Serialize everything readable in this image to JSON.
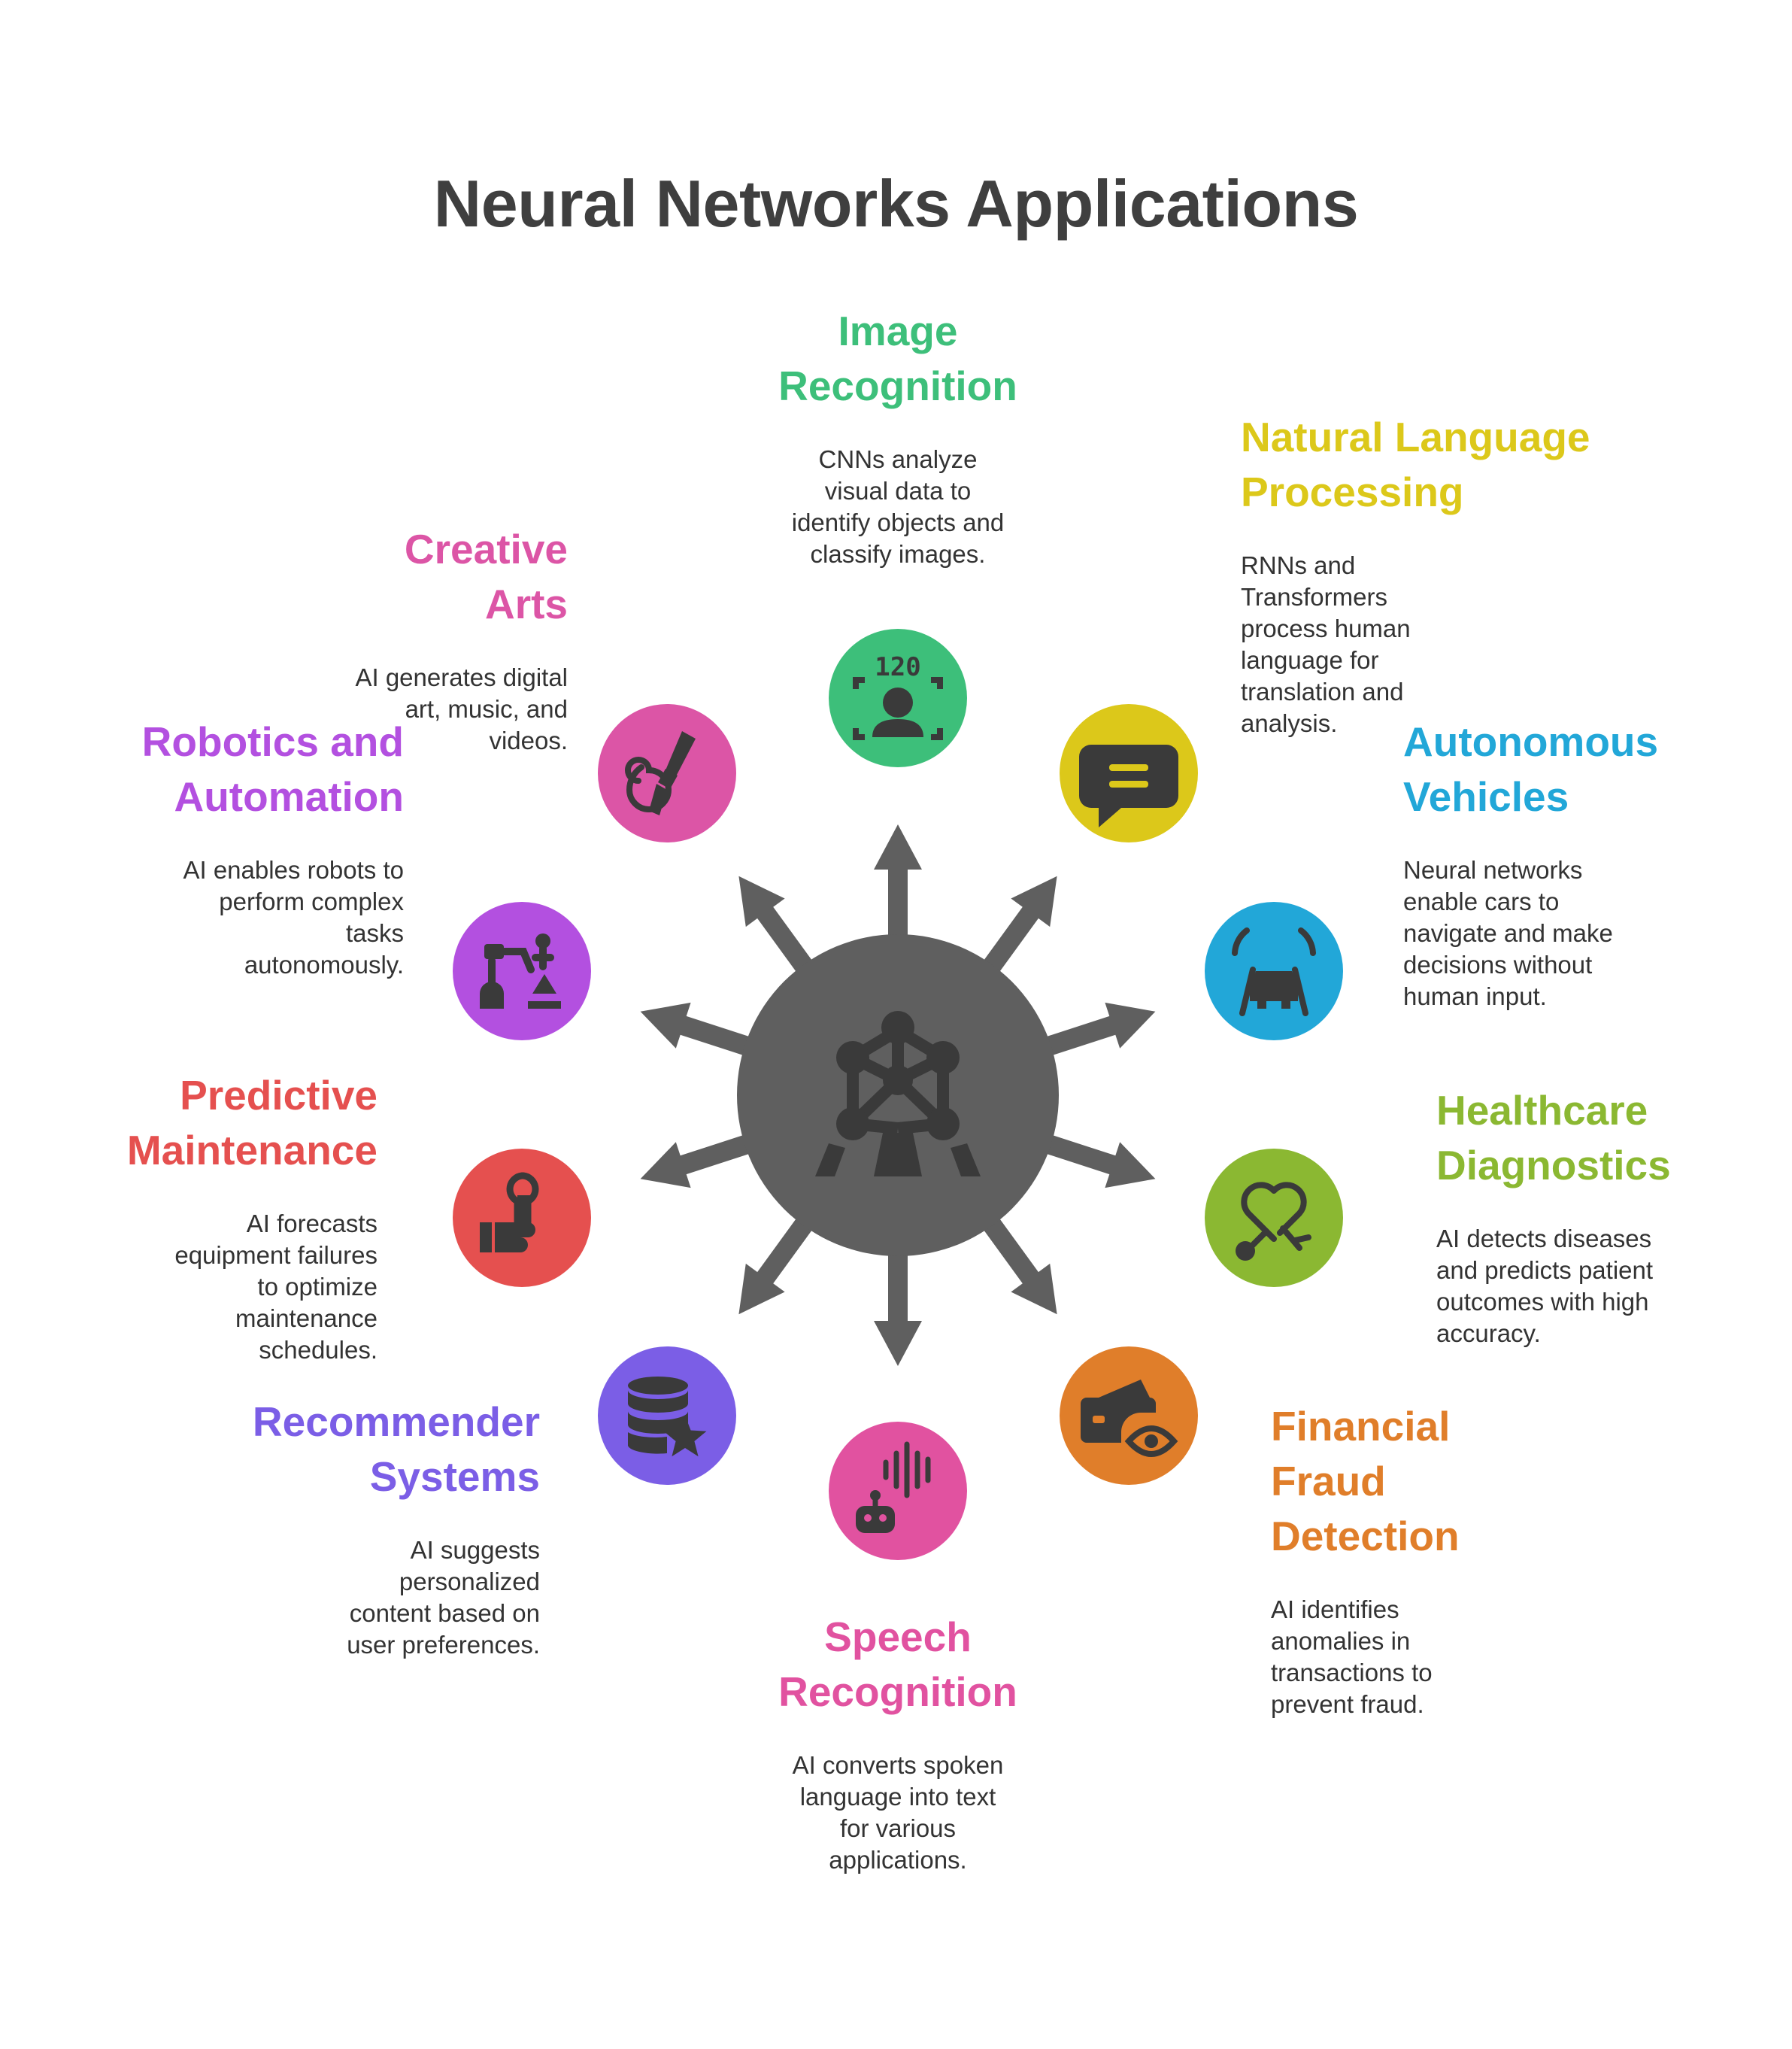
{
  "title": "Neural Networks Applications",
  "colors": {
    "hub": "#5f5f5f",
    "arrow": "#5f5f5f",
    "icon": "#3a3a3a",
    "title": "#3f3f3f",
    "description": "#333333"
  },
  "hub_icon": "atomium-network-icon",
  "items": [
    {
      "key": "image-recognition",
      "title_lines": [
        "Image",
        "Recognition"
      ],
      "description_lines": [
        "CNNs analyze",
        "visual data to",
        "identify objects and",
        "classify images."
      ],
      "color": "#3dbf7a",
      "icon": "face-scan-icon",
      "icon_text": "120"
    },
    {
      "key": "natural-language-processing",
      "title_lines": [
        "Natural Language",
        "Processing"
      ],
      "description_lines": [
        "RNNs and",
        "Transformers",
        "process human",
        "language for",
        "translation and",
        "analysis."
      ],
      "color": "#dcc81a",
      "icon": "chat-bubble-icon"
    },
    {
      "key": "autonomous-vehicles",
      "title_lines": [
        "Autonomous",
        "Vehicles"
      ],
      "description_lines": [
        "Neural networks",
        "enable cars to",
        "navigate and make",
        "decisions without",
        "human input."
      ],
      "color": "#22a7d8",
      "icon": "car-road-icon"
    },
    {
      "key": "healthcare-diagnostics",
      "title_lines": [
        "Healthcare",
        "Diagnostics"
      ],
      "description_lines": [
        "AI detects diseases",
        "and predicts patient",
        "outcomes with high",
        "accuracy."
      ],
      "color": "#8bb832",
      "icon": "heart-stethoscope-icon"
    },
    {
      "key": "financial-fraud-detection",
      "title_lines": [
        "Financial",
        "Fraud",
        "Detection"
      ],
      "description_lines": [
        "AI identifies",
        "anomalies in",
        "transactions to",
        "prevent fraud."
      ],
      "color": "#e07e2a",
      "icon": "wallet-eye-icon"
    },
    {
      "key": "speech-recognition",
      "title_lines": [
        "Speech",
        "Recognition"
      ],
      "description_lines": [
        "AI converts spoken",
        "language into text",
        "for various",
        "applications."
      ],
      "color": "#e152a0",
      "icon": "robot-soundwave-icon"
    },
    {
      "key": "recommender-systems",
      "title_lines": [
        "Recommender",
        "Systems"
      ],
      "description_lines": [
        "AI suggests",
        "personalized",
        "content based on",
        "user preferences."
      ],
      "color": "#7b5ee6",
      "icon": "database-star-icon"
    },
    {
      "key": "predictive-maintenance",
      "title_lines": [
        "Predictive",
        "Maintenance"
      ],
      "description_lines": [
        "AI forecasts",
        "equipment failures",
        "to optimize",
        "maintenance",
        "schedules."
      ],
      "color": "#e5504f",
      "icon": "hand-wrench-icon"
    },
    {
      "key": "robotics-and-automation",
      "title_lines": [
        "Robotics and",
        "Automation"
      ],
      "description_lines": [
        "AI enables robots to",
        "perform complex",
        "tasks",
        "autonomously."
      ],
      "color": "#b350e0",
      "icon": "robot-arm-icon"
    },
    {
      "key": "creative-arts",
      "title_lines": [
        "Creative",
        "Arts"
      ],
      "description_lines": [
        "AI generates digital",
        "art, music, and",
        "videos."
      ],
      "color": "#dc55a6",
      "icon": "brush-swirl-icon"
    }
  ]
}
